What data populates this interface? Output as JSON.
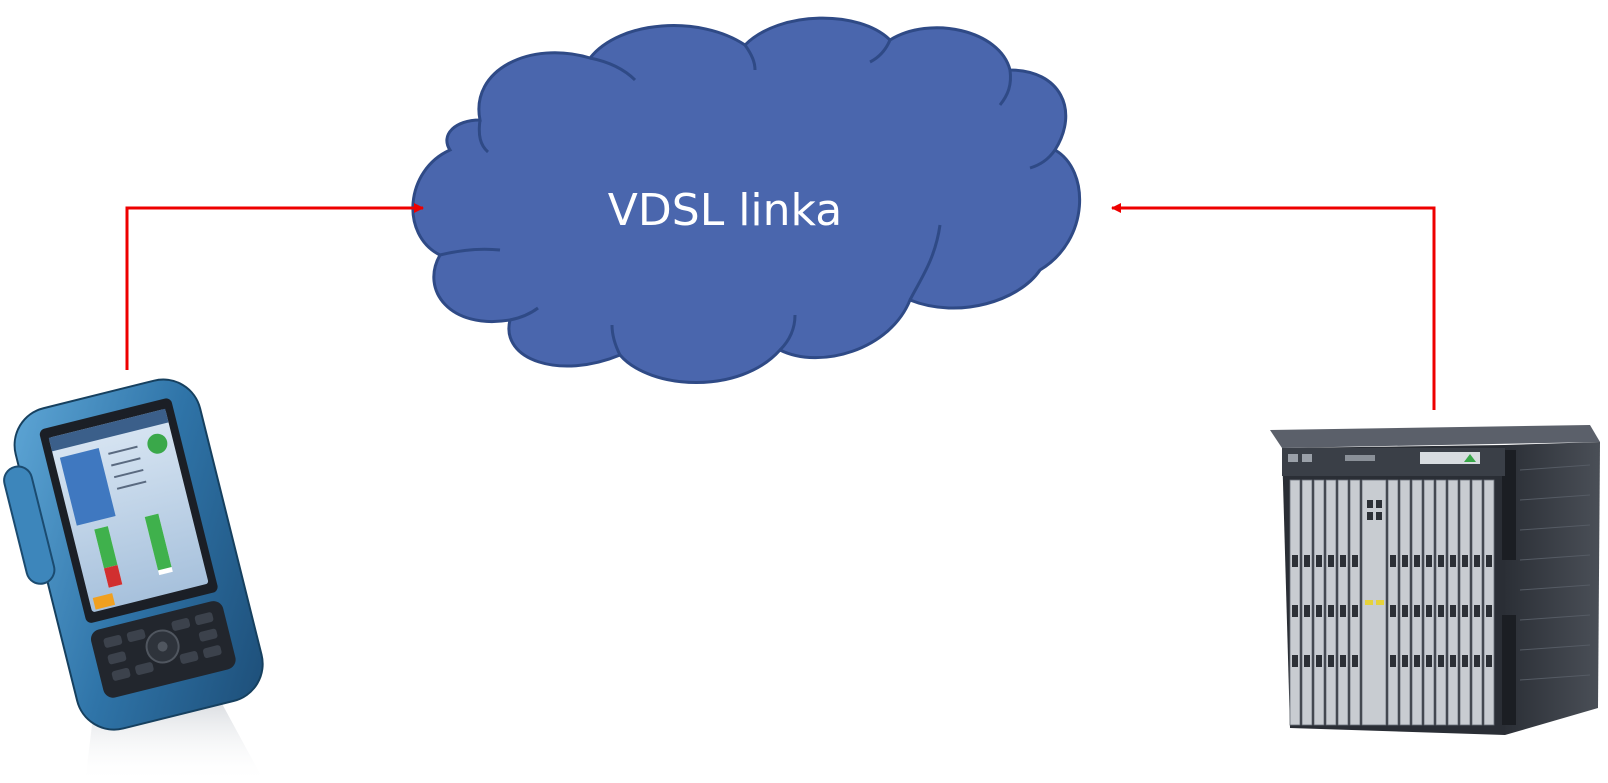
{
  "cloud": {
    "label": "VDSL linka",
    "fill": "#4a66ad",
    "stroke": "#2f4a86"
  },
  "connections": [
    {
      "from": "handheld-tester",
      "to": "cloud",
      "color": "#ee0000"
    },
    {
      "from": "dslam-rack",
      "to": "cloud",
      "color": "#ee0000"
    }
  ],
  "devices": [
    {
      "id": "handheld-tester",
      "icon": "handheld-vdsl-tester-icon"
    },
    {
      "id": "dslam-rack",
      "icon": "dslam-chassis-icon"
    }
  ]
}
